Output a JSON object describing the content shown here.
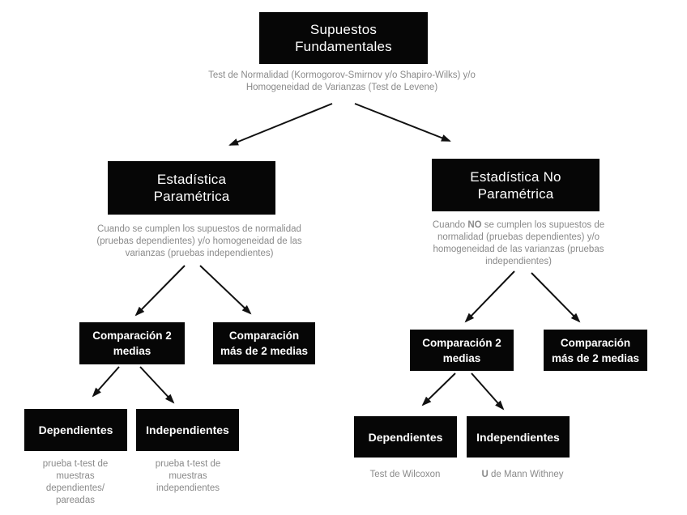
{
  "colors": {
    "background": "#ffffff",
    "box_bg": "#060606",
    "box_text": "#ffffff",
    "caption": "#8a8a8a",
    "arrow": "#111111"
  },
  "nodes": {
    "root": {
      "lines": [
        "Supuestos",
        "Fundamentales"
      ]
    },
    "root_caption": {
      "lines": [
        "Test de Normalidad (Kormogorov-Smirnov y/o Shapiro-Wilks) y/o",
        "Homogeneidad de Varianzas (Test de Levene)"
      ]
    },
    "parametric": {
      "lines": [
        "Estadística",
        "Paramétrica"
      ]
    },
    "parametric_caption": {
      "lines": [
        "Cuando se cumplen los supuestos de normalidad",
        "(pruebas dependientes) y/o homogeneidad de las",
        "varianzas (pruebas independientes)"
      ]
    },
    "nonparametric": {
      "lines": [
        "Estadística No",
        "Paramétrica"
      ]
    },
    "nonparametric_caption": {
      "line1_pre": "Cuando ",
      "line1_bold": "NO",
      "line1_post": " se cumplen los supuestos de",
      "lines_rest": [
        "normalidad (pruebas dependientes) y/o",
        "homogeneidad de las varianzas (pruebas",
        "independientes)"
      ]
    },
    "param_comp2": {
      "lines": [
        "Comparación 2",
        "medias"
      ]
    },
    "param_compmore": {
      "lines": [
        "Comparación",
        "más de 2 medias"
      ]
    },
    "nonparam_comp2": {
      "lines": [
        "Comparación 2",
        "medias"
      ]
    },
    "nonparam_compmore": {
      "lines": [
        "Comparación",
        "más de 2 medias"
      ]
    },
    "param_dependent": {
      "label": "Dependientes"
    },
    "param_independent": {
      "label": "Independientes"
    },
    "nonparam_dependent": {
      "label": "Dependientes"
    },
    "nonparam_independent": {
      "label": "Independientes"
    },
    "param_dependent_caption": {
      "lines": [
        "prueba t-test de",
        "muestras",
        "dependientes/",
        "pareadas"
      ]
    },
    "param_independent_caption": {
      "lines": [
        "prueba t-test de",
        "muestras",
        "independientes"
      ]
    },
    "nonparam_dependent_caption": {
      "label": "Test de Wilcoxon"
    },
    "nonparam_independent_caption": {
      "bold": "U",
      "rest": " de Mann Withney"
    }
  }
}
